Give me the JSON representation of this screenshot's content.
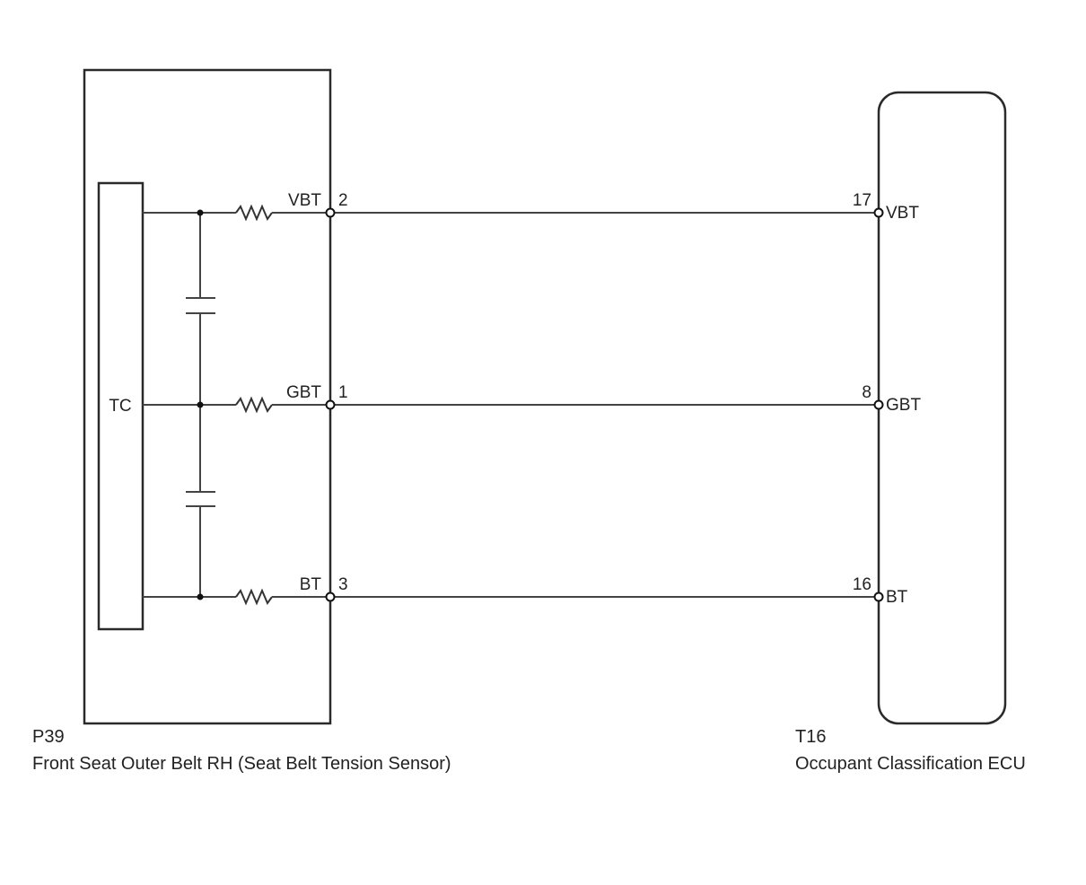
{
  "colors": {
    "line": "#2a2a2a",
    "wire": "#444444",
    "text": "#222222",
    "background": "#ffffff"
  },
  "left_component": {
    "id": "P39",
    "name": "Front Seat Outer Belt RH (Seat Belt Tension Sensor)",
    "inner_block_label": "TC",
    "pins": [
      {
        "signal": "VBT",
        "number": "2"
      },
      {
        "signal": "GBT",
        "number": "1"
      },
      {
        "signal": "BT",
        "number": "3"
      }
    ]
  },
  "right_component": {
    "id": "T16",
    "name": "Occupant Classification ECU",
    "pins": [
      {
        "signal": "VBT",
        "number": "17"
      },
      {
        "signal": "GBT",
        "number": "8"
      },
      {
        "signal": "BT",
        "number": "16"
      }
    ]
  },
  "connections": [
    {
      "from": "P39-2 VBT",
      "to": "T16-17 VBT"
    },
    {
      "from": "P39-1 GBT",
      "to": "T16-8 GBT"
    },
    {
      "from": "P39-3 BT",
      "to": "T16-16 BT"
    }
  ],
  "internal_parts": {
    "resistors": [
      "VBT resistor",
      "GBT resistor",
      "BT resistor"
    ],
    "capacitors": [
      "VBT-GBT capacitor",
      "GBT-BT capacitor"
    ]
  }
}
